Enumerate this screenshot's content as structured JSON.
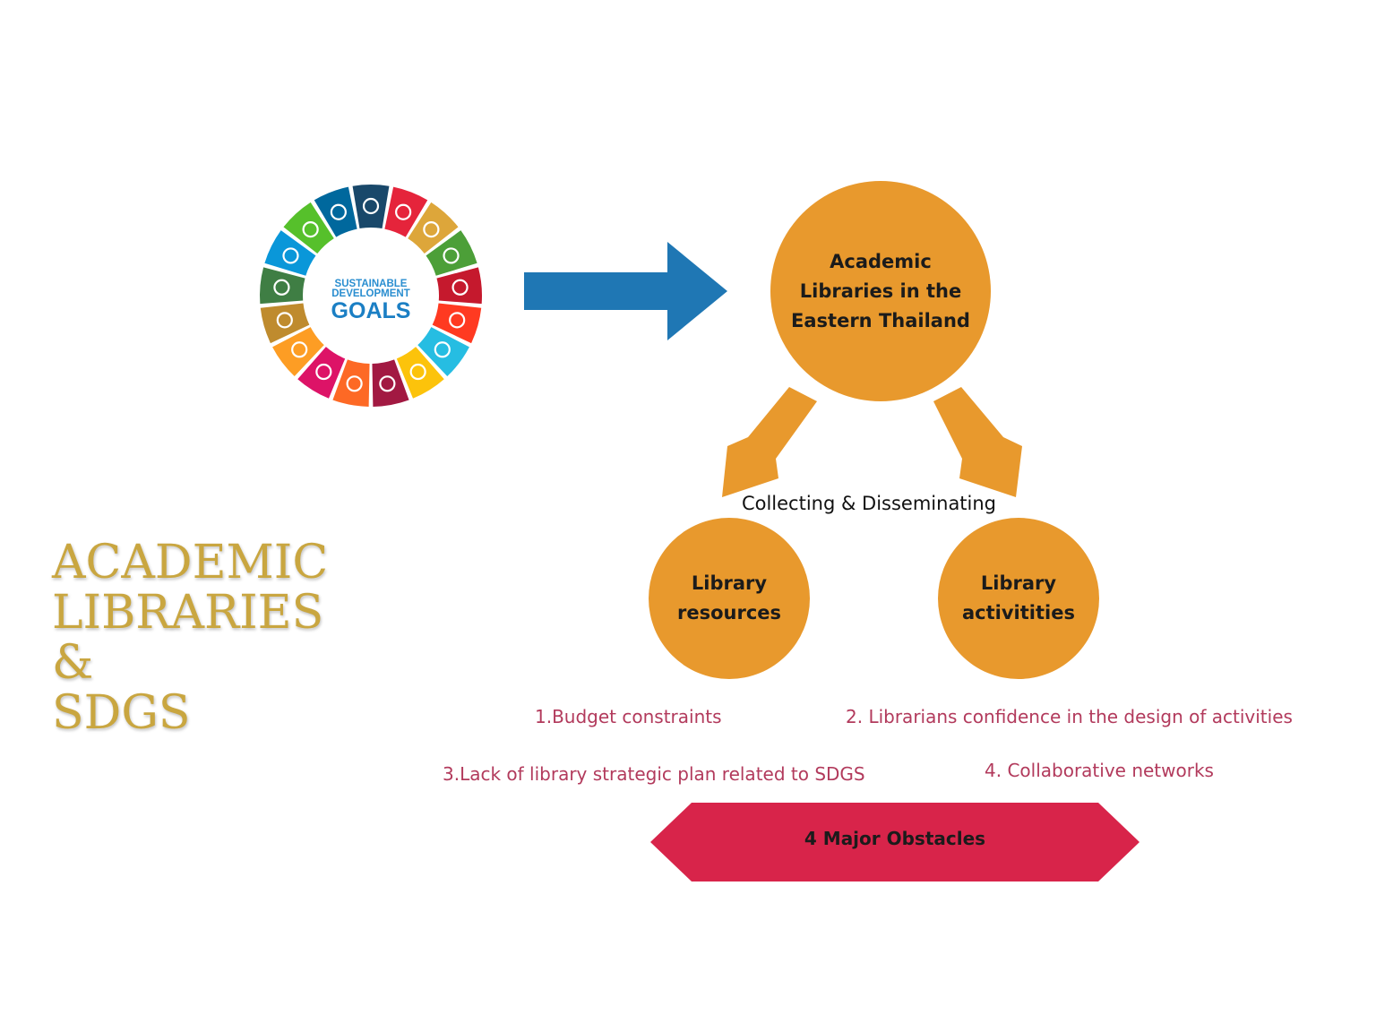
{
  "title": {
    "text": "ACADEMIC\nLIBRARIES\n&\nSDGS",
    "color": "#c9a640"
  },
  "sdg_logo": {
    "line1": "SUSTAINABLE",
    "line2": "DEVELOPMENT",
    "line3": "GOALS",
    "text_color": "#2a8ed0",
    "goals_text_color": "#1b7fc4",
    "segment_icons": [
      "people-icon",
      "plant-icon",
      "heartbeat-icon",
      "book-icon",
      "gender-icon",
      "water-drop-icon",
      "sun-icon",
      "chart-icon",
      "network-icon",
      "equality-icon",
      "city-icon",
      "recycle-icon",
      "eye-icon",
      "fish-icon",
      "tree-icon",
      "dove-icon",
      "flower-icon"
    ],
    "segment_colors": [
      "#e5243b",
      "#dda63a",
      "#4c9f38",
      "#c5192d",
      "#ff3a21",
      "#26bde2",
      "#fcc30b",
      "#a21942",
      "#fd6925",
      "#dd1367",
      "#fd9d24",
      "#bf8b2e",
      "#3f7e44",
      "#0a97d9",
      "#56c02b",
      "#00689d",
      "#19486a"
    ]
  },
  "main_circle": {
    "label": "Academic\nLibraries in the\nEastern Thailand",
    "color": "#e8992d"
  },
  "flow_label": "Collecting & Disseminating",
  "resources_circle": {
    "label": "Library\nresources",
    "color": "#e8992d"
  },
  "activities_circle": {
    "label": "Library\nactivitities",
    "color": "#e8992d"
  },
  "obstacles": {
    "color": "#b23a5c",
    "items": [
      "1.Budget constraints",
      "2.  Librarians confidence in the design of activities",
      "3.Lack of library strategic plan related to SDGS",
      "4.  Collaborative networks"
    ]
  },
  "banner": {
    "label": "4 Major Obstacles",
    "color": "#d8244a"
  },
  "arrows": {
    "main_color": "#1f77b4",
    "branch_color": "#e8992d"
  }
}
